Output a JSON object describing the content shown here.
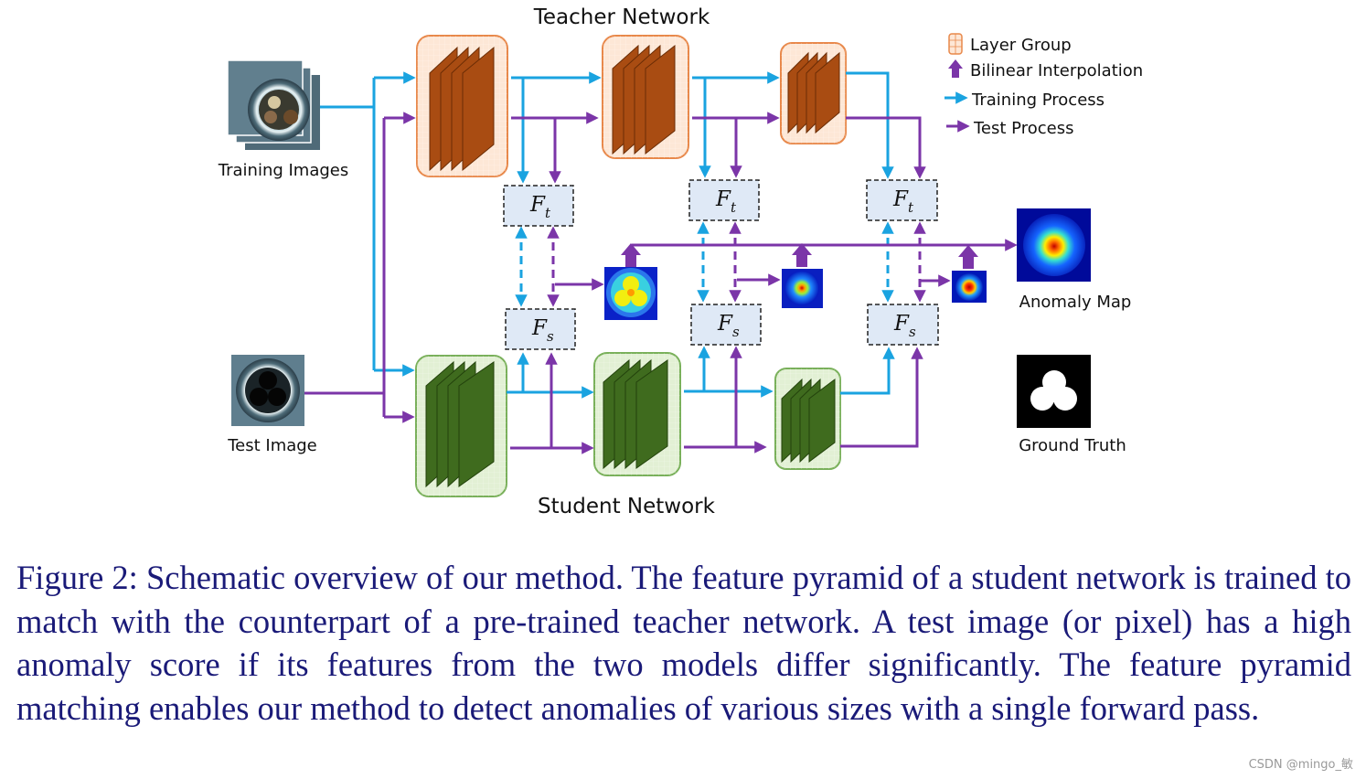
{
  "diagram": {
    "teacher_title": "Teacher Network",
    "student_title": "Student Network",
    "training_images_label": "Training Images",
    "test_image_label": "Test Image",
    "anomaly_map_label": "Anomaly Map",
    "ground_truth_label": "Ground Truth",
    "feature_t": "F",
    "feature_t_sub": "t",
    "feature_s": "F",
    "feature_s_sub": "s",
    "legend": {
      "layer_group": "Layer Group",
      "bilinear": "Bilinear Interpolation",
      "training": "Training Process",
      "test": "Test Process"
    },
    "colors": {
      "training_arrow": "#1aa3e0",
      "test_arrow": "#7b35a8",
      "teacher_fill": "#a94c12",
      "teacher_box": "#fde7d6",
      "teacher_border": "#e8884a",
      "student_fill": "#3f6b1e",
      "student_box": "#e2f0d4",
      "student_border": "#79b05a",
      "feature_box": "#dfe9f6"
    }
  },
  "caption": "Figure 2: Schematic overview of our method. The feature pyramid of a student network is trained to match with the counterpart of a pre-trained teacher network. A test image (or pixel) has a high anomaly score if its features from the two models differ significantly. The feature pyramid matching enables our method to detect anomalies of various sizes with a single forward pass.",
  "watermark": "CSDN @mingo_敏"
}
